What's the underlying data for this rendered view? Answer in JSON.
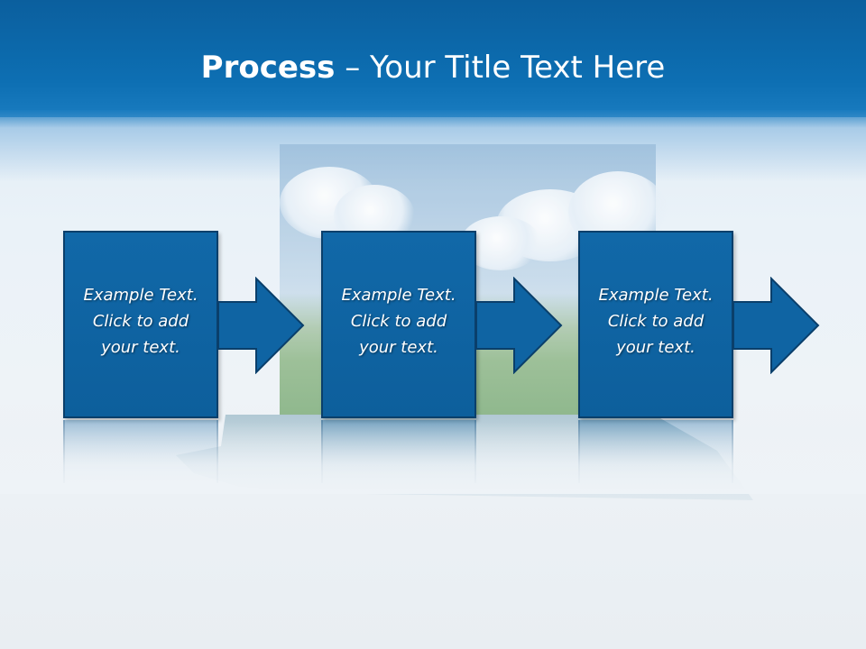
{
  "slide": {
    "title": {
      "bold_text": "Process",
      "separator": "–",
      "rest_text": "Your Title Text Here"
    },
    "colors": {
      "header": "#0d6fb3",
      "box_fill": "#0f64a3",
      "box_border": "#0a3f6b",
      "text": "#ffffff"
    },
    "process_steps": [
      {
        "line1": "Example Text.",
        "line2": "Click  to add",
        "line3": "your text."
      },
      {
        "line1": "Example Text.",
        "line2": "Click  to add",
        "line3": "your text."
      },
      {
        "line1": "Example Text.",
        "line2": "Click  to add",
        "line3": "your text."
      }
    ],
    "icons": [
      "right-arrow-icon",
      "right-arrow-icon",
      "right-arrow-icon"
    ]
  }
}
